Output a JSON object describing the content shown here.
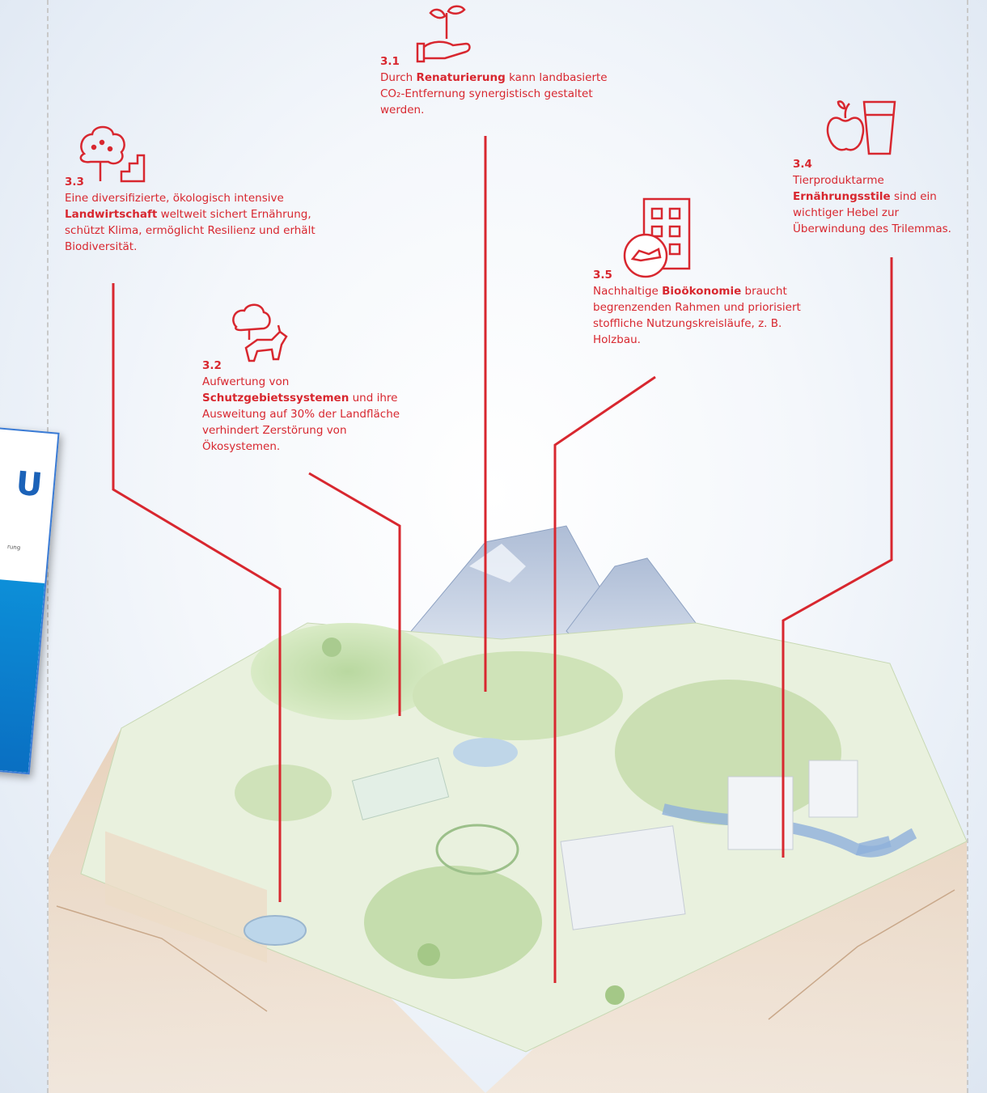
{
  "colors": {
    "accent": "#d8272f",
    "booklet_blue": "#0a7fd0"
  },
  "icons": [
    "seedling-hand-icon",
    "tree-terrace-icon",
    "apple-glass-icon",
    "building-icon",
    "animal-tree-icon"
  ],
  "callouts": {
    "c31": {
      "number": "3.1",
      "pre": "Durch ",
      "bold": "Renaturierung",
      "post": " kann landbasierte CO₂-Entfernung synergistisch gestaltet werden."
    },
    "c33": {
      "number": "3.3",
      "pre": "Eine diversifizierte, ökologisch intensive ",
      "bold": "Landwirtschaft",
      "post": " weltweit sichert Ernährung, schützt Klima, ermöglicht Resilienz und erhält Biodiversität."
    },
    "c34": {
      "number": "3.4",
      "pre": "Tierproduktarme ",
      "bold": "Ernährungsstile",
      "post": " sind ein wichtiger Hebel zur Überwindung des Trilemmas."
    },
    "c35": {
      "number": "3.5",
      "pre": "Nachhaltige ",
      "bold": "Bioökonomie",
      "post": " braucht begrenzenden Rahmen und priorisiert stoffliche Nutzungskreisläufe, z. B. Holzbau."
    },
    "c32": {
      "number": "3.2",
      "pre": "Aufwertung von ",
      "bold": "Schutzgebietssystemen",
      "post": " und ihre Ausweitung auf 30% der Landfläche verhindert Zerstörung von Ökosystemen."
    }
  },
  "booklet": {
    "cover_letter": "U",
    "cover_small": "rung"
  }
}
